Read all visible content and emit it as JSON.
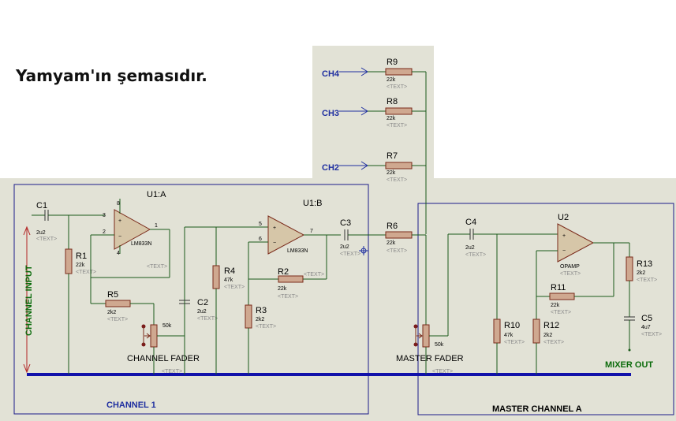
{
  "title": "Yamyam'ın şemasıdır.",
  "channels": {
    "ch4": "CH4",
    "ch3": "CH3",
    "ch2": "CH2"
  },
  "blocks": {
    "channel1": "CHANNEL 1",
    "master": "MASTER CHANNEL A"
  },
  "labels": {
    "channel_input": "CHANNEL INPUT",
    "channel_fader": "CHANNEL FADER",
    "master_fader": "MASTER FADER",
    "mixer_out": "MIXER OUT"
  },
  "opamps": {
    "u1a": {
      "ref": "U1:A",
      "part": "LM833N",
      "pin_a": "3",
      "pin_b": "2",
      "pin_out": "1",
      "pin_top": "8",
      "pin_bot": "4"
    },
    "u1b": {
      "ref": "U1:B",
      "part": "LM833N",
      "pin_a": "5",
      "pin_b": "6",
      "pin_out": "7"
    },
    "u2": {
      "ref": "U2",
      "part": "OPAMP"
    }
  },
  "components": {
    "r9": {
      "ref": "R9",
      "value": "22k"
    },
    "r8": {
      "ref": "R8",
      "value": "22k"
    },
    "r7": {
      "ref": "R7",
      "value": "22k"
    },
    "r6": {
      "ref": "R6",
      "value": "22k"
    },
    "r1": {
      "ref": "R1",
      "value": "22k"
    },
    "r5": {
      "ref": "R5",
      "value": "2k2"
    },
    "r4": {
      "ref": "R4",
      "value": "47k"
    },
    "r3": {
      "ref": "R3",
      "value": "2k2"
    },
    "r2": {
      "ref": "R2",
      "value": "22k"
    },
    "r10": {
      "ref": "R10",
      "value": "47k"
    },
    "r11": {
      "ref": "R11",
      "value": "22k"
    },
    "r12": {
      "ref": "R12",
      "value": "2k2"
    },
    "r13": {
      "ref": "R13",
      "value": "2k2"
    },
    "c1": {
      "ref": "C1",
      "value": "2u2"
    },
    "c2": {
      "ref": "C2",
      "value": "2u2"
    },
    "c3": {
      "ref": "C3",
      "value": "2u2"
    },
    "c4": {
      "ref": "C4",
      "value": "2u2"
    },
    "c5": {
      "ref": "C5",
      "value": "4u7"
    },
    "pot1": {
      "value": "50k"
    },
    "pot2": {
      "value": "50k"
    }
  },
  "text_placeholder": "<TEXT>",
  "colors": {
    "panel": "#e2e2d6",
    "bus": "#1111aa",
    "wire": "#1a5a1a",
    "box": "#1c1c8a",
    "label_blue": "#1f2fa0",
    "label_green": "#0b6b0b"
  }
}
